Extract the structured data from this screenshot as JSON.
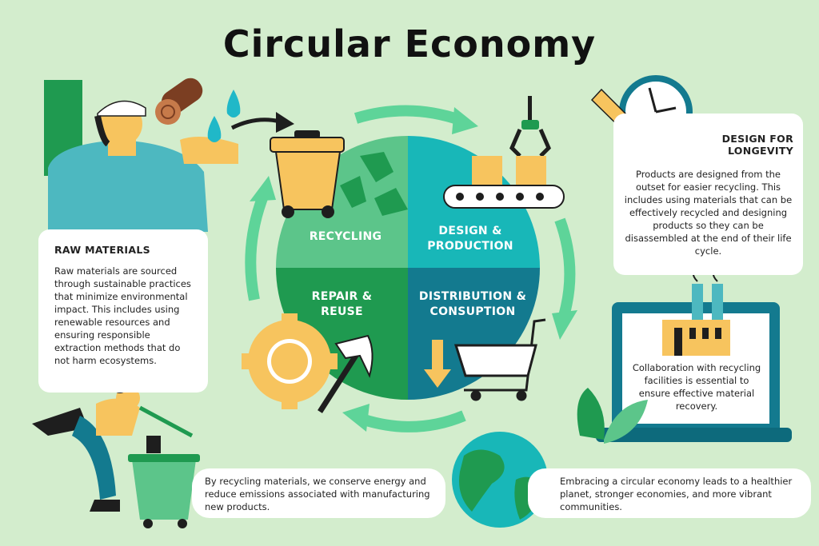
{
  "title": "Circular Economy",
  "colors": {
    "background": "#d3edcd",
    "recycling": "#5cc58a",
    "design": "#18b7b8",
    "repair": "#1f9a50",
    "distribution": "#137a8f",
    "arrow": "#5ed499",
    "yellow": "#f7c45e"
  },
  "raw_materials": {
    "heading": "RAW MATERIALS",
    "text": "Raw materials are sourced through sustainable practices that minimize environmental impact. This includes using renewable resources and ensuring responsible extraction methods that do not harm ecosystems."
  },
  "design_longevity": {
    "heading_line1": "DESIGN FOR",
    "heading_line2": "LONGEVITY",
    "text": "Products are designed from the outset for easier recycling. This includes using materials that can be effectively recycled and designing products so they can be disassembled at the end of their life cycle."
  },
  "collaboration": {
    "text": "Collaboration with recycling facilities is essential to ensure effective material recovery."
  },
  "recycling_note": {
    "text": "By recycling materials, we conserve energy and reduce emissions associated with manufacturing new products."
  },
  "benefits_note": {
    "text": "Embracing a circular economy leads to a healthier planet, stronger economies, and more vibrant communities."
  },
  "cycle": {
    "recycling": "RECYCLING",
    "design_line1": "DESIGN &",
    "design_line2": "PRODUCTION",
    "repair_line1": "REPAIR &",
    "repair_line2": "REUSE",
    "distribution_line1": "DISTRIBUTION &",
    "distribution_line2": "CONSUPTION"
  },
  "icons": [
    "worker-icon",
    "log-icon",
    "water-drop-icon",
    "recycle-bin-icon",
    "recycle-symbol-icon",
    "crane-claw-icon",
    "conveyor-belt-icon",
    "clock-icon",
    "pencil-icon",
    "factory-icon",
    "laptop-icon",
    "leaf-icon",
    "shopping-cart-icon",
    "down-arrow-icon",
    "gear-icon",
    "hammer-icon",
    "globe-icon",
    "person-recycling-icon"
  ]
}
